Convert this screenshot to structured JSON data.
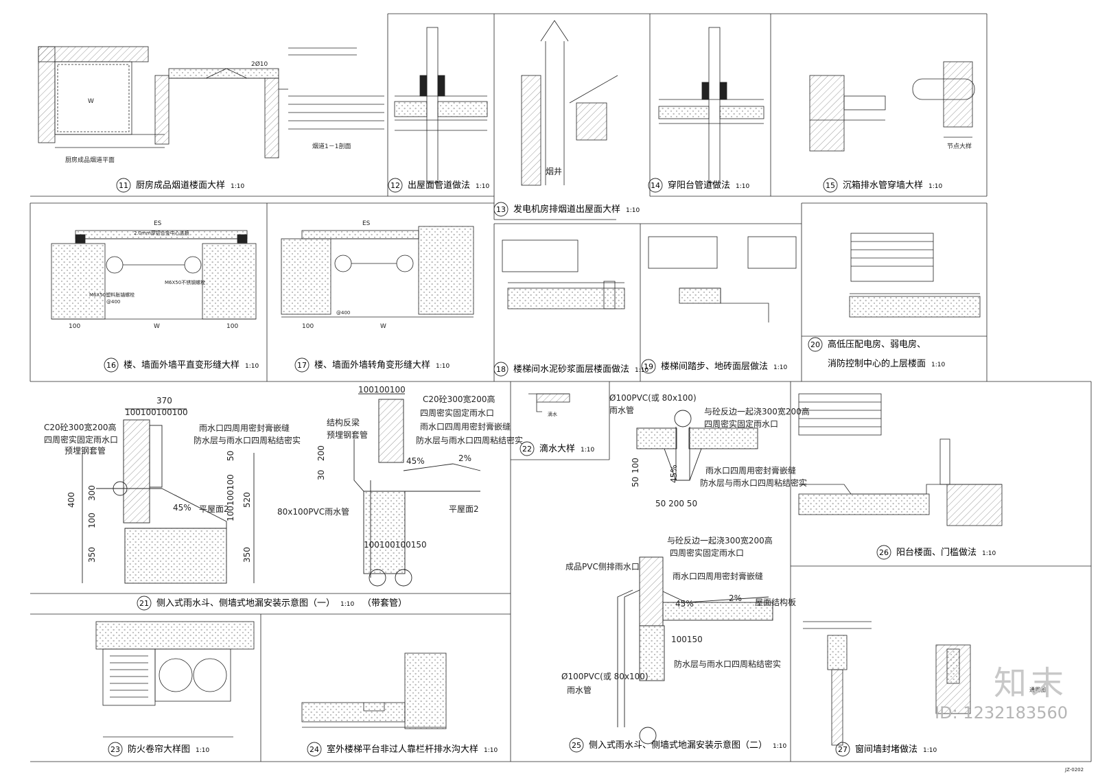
{
  "panels": [
    {
      "num": "11",
      "title": "厨房成品烟道楼面大样",
      "scale": "1:10"
    },
    {
      "num": "12",
      "title": "出屋面管道做法",
      "scale": "1:10"
    },
    {
      "num": "13",
      "title": "发电机房排烟道出屋面大样",
      "scale": "1:10"
    },
    {
      "num": "14",
      "title": "穿阳台管道做法",
      "scale": "1:10"
    },
    {
      "num": "15",
      "title": "沉箱排水管穿墙大样",
      "scale": "1:10"
    },
    {
      "num": "16",
      "title": "楼、墙面外墙平直变形缝大样",
      "scale": "1:10"
    },
    {
      "num": "17",
      "title": "楼、墙面外墙转角变形缝大样",
      "scale": "1:10"
    },
    {
      "num": "18",
      "title": "楼梯间水泥砂浆面层楼面做法",
      "scale": "1:10"
    },
    {
      "num": "19",
      "title": "楼梯间踏步、地砖面层做法",
      "scale": "1:10"
    },
    {
      "num": "20",
      "title": "高低压配电房、弱电房、",
      "title2": "消防控制中心的上层楼面",
      "scale": "1:10"
    },
    {
      "num": "21",
      "title": "侧入式雨水斗、侧墙式地漏安装示意图（一）",
      "scale": "1:10",
      "extra": "（带套管）"
    },
    {
      "num": "22",
      "title": "滴水大样",
      "scale": "1:10"
    },
    {
      "num": "23",
      "title": "防火卷帘大样图",
      "scale": "1:10"
    },
    {
      "num": "24",
      "title": "室外楼梯平台非过人靠栏杆排水沟大样",
      "scale": "1:10"
    },
    {
      "num": "25",
      "title": "侧入式雨水斗、侧墙式地漏安装示意图（二）",
      "scale": "1:10"
    },
    {
      "num": "26",
      "title": "阳台楼面、门槛做法",
      "scale": "1:10"
    },
    {
      "num": "27",
      "title": "窗间墙封堵做法",
      "scale": "1:10"
    }
  ],
  "labels": {
    "sub11": "厨房成品烟道平面",
    "sec11": "烟道1－1剖面",
    "chimney": "烟井",
    "node15": "节点大样",
    "d21_w": "370",
    "d21_top": "100100100100",
    "d21_c20": "C20砼300宽200高",
    "d21_fix": "四周密实固定雨水口",
    "d21_pipe": "预埋钢套管",
    "d21_seal": "雨水口四周用密封膏嵌缝",
    "d21_wp": "防水层与雨水口四周粘结密实",
    "d21_slope": "45%",
    "d21_roof": "平屋面2",
    "d21_400": "400",
    "d21_300": "300",
    "d21_100": "100",
    "d21_350": "350",
    "d21_520": "520",
    "d21_50": "50",
    "d21_side": "100100100",
    "d24_top": "100100100",
    "d24_beam": "结构反梁",
    "d24_pipe": "预埋钢套管",
    "d24_30": "30",
    "d24_200": "200",
    "d24_2pc": "2%",
    "d24_pvc": "80x100PVC雨水管",
    "d24_bot": "100100100150",
    "d22_drip": "滴水",
    "d25_pvc": "Ø100PVC(或 80x100)",
    "d25_pipe": "雨水管",
    "d25_c20": "与砼反边一起浇300宽200高",
    "d25_fix": "四周密实固定雨水口",
    "d25_seal": "雨水口四周用密封膏嵌缝",
    "d25_wp": "防水层与雨水口四周粘结密实",
    "d25_dims": "50 200 50",
    "d25_100": "100",
    "d25_50": "50",
    "d25_45": "45%",
    "d25_cheng": "成品PVC侧排雨水口",
    "d25_slope": "45%",
    "d25_2pc": "2%",
    "d25_slab": "屋面结构板",
    "d25_100150": "100150",
    "d27_tongyong": "通用图",
    "es": "ES",
    "w": "W",
    "d100": "100",
    "m6": "M6X50不锈钢螺栓",
    "m6b": "M6X50塑料胀锚螺栓",
    "at400": "@400",
    "al": "2.0mm厚铝合金中心盖板",
    "sheet_code": "JZ-0202"
  },
  "watermark": {
    "logo": "知末",
    "id": "ID: 1232183560"
  }
}
